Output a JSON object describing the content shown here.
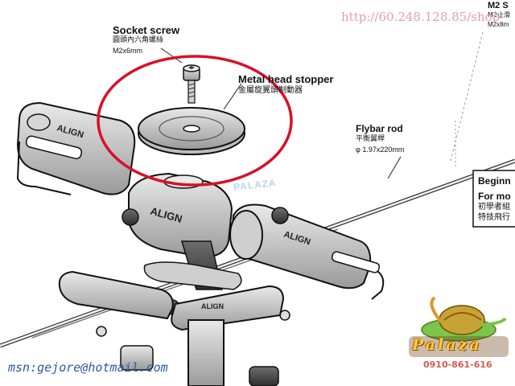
{
  "labels": {
    "socket_screw": {
      "title": "Socket screw",
      "chinese": "圓頭內六角螺絲",
      "size": "M2x6mm"
    },
    "metal_head_stopper": {
      "title": "Metal head stopper",
      "chinese": "金屬旋翼頭制動器"
    },
    "flybar_rod": {
      "title": "Flybar rod",
      "chinese": "平衡翼桿",
      "size": "φ 1.97x220mm"
    },
    "m2_partial": {
      "title": "M2 S",
      "chinese": "M2止滑",
      "size": "M2x8m"
    }
  },
  "watermarks": {
    "url": "http://60.248.128.85/shop",
    "center": "PALAZA",
    "msn": "msn:gejore@hotmail.com",
    "logo": "Palaza",
    "phone": "0910-861-616"
  },
  "side_note": {
    "line1": "Beginn",
    "line2": "For mo",
    "line3": "初學者組",
    "line4": "特技飛行"
  },
  "parts": {
    "brand": "ALIGN"
  },
  "colors": {
    "highlight_circle": "#d8102a",
    "url": "#e79ab6",
    "msn": "#2c57a8",
    "phone": "#d85a4c"
  }
}
